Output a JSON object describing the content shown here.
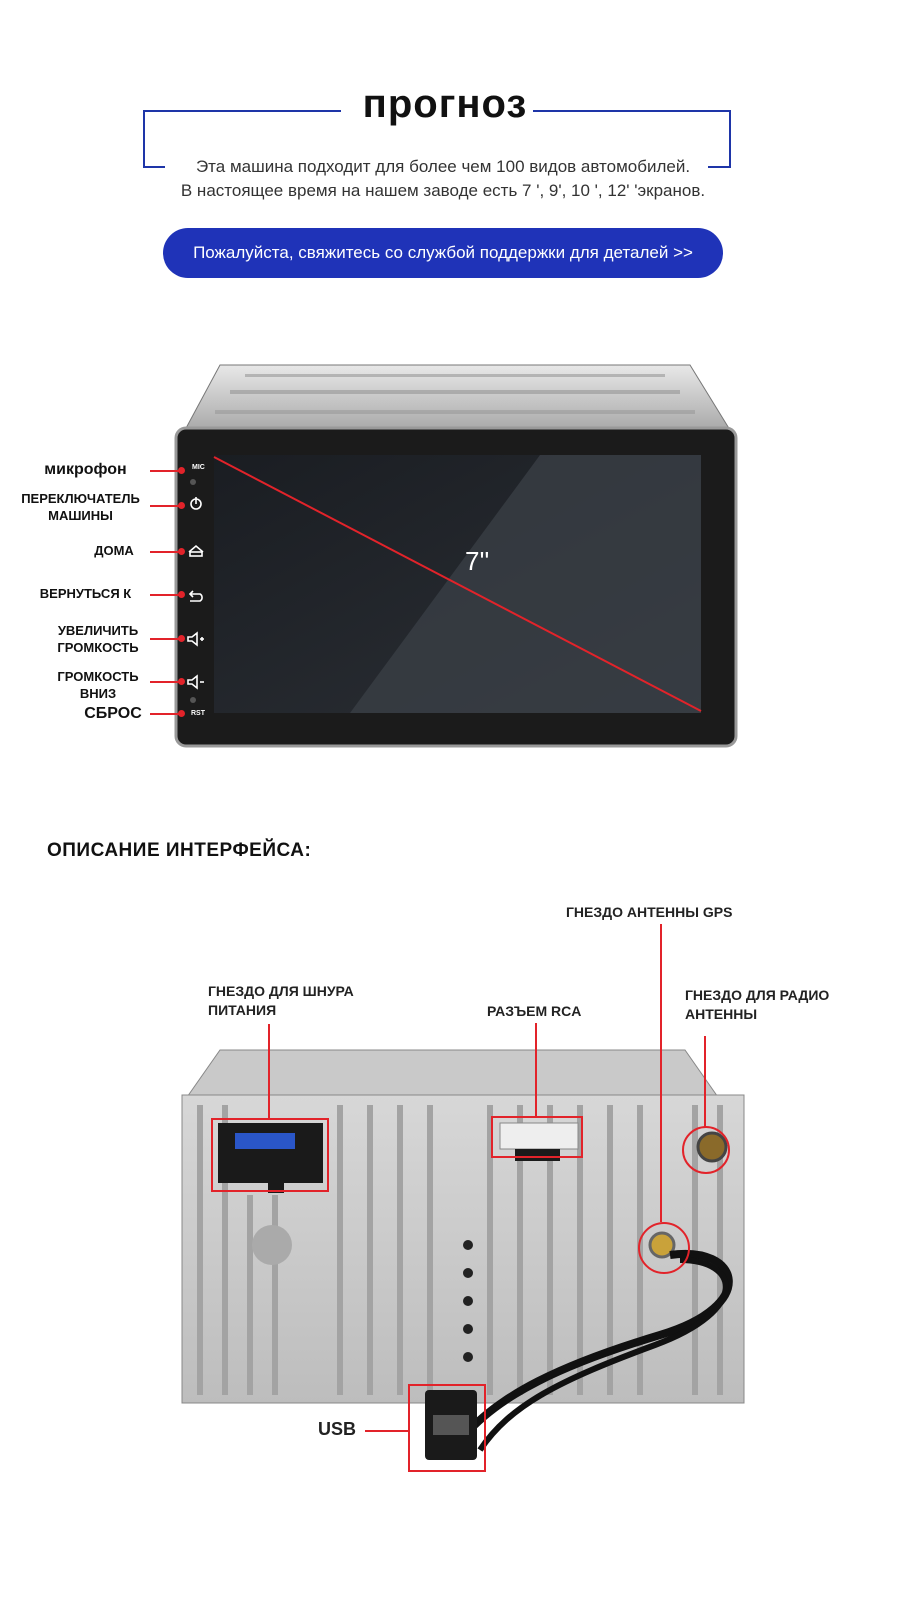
{
  "header": {
    "title": "прогноз",
    "desc_line1": "Эта машина подходит для более чем 100 видов автомобилей.",
    "desc_line2": "В настоящее время на нашем заводе есть 7 ', 9', 10 ', 12' 'экранов.",
    "button_label": "Пожалуйста, свяжитесь со службой поддержки для деталей >>"
  },
  "front": {
    "screen_size": "7''",
    "labels": {
      "mic": "микрофон",
      "power": "ПЕРЕКЛЮЧАТЕЛЬ МАШИНЫ",
      "home": "ДОМА",
      "back": "ВЕРНУТЬСЯ К",
      "vol_up": "УВЕЛИЧИТЬ ГРОМКОСТЬ",
      "vol_down": "ГРОМКОСТЬ ВНИЗ",
      "reset": "СБРОС"
    },
    "panel_text": {
      "mic": "MIC",
      "rst": "RST"
    }
  },
  "interface": {
    "title": "ОПИСАНИЕ ИНТЕРФЕЙСА:",
    "labels": {
      "gps": "ГНЕЗДО АНТЕННЫ GPS",
      "power_cord": "ГНЕЗДО  ДЛЯ ШНУРА  ПИТАНИЯ",
      "rca": "РАЗЪЕМ RCA",
      "radio": "ГНЕЗДО ДЛЯ РАДИО АНТЕННЫ",
      "usb": "USB"
    }
  },
  "colors": {
    "accent_blue": "#1f33b8",
    "callout_red": "#e2232a"
  }
}
